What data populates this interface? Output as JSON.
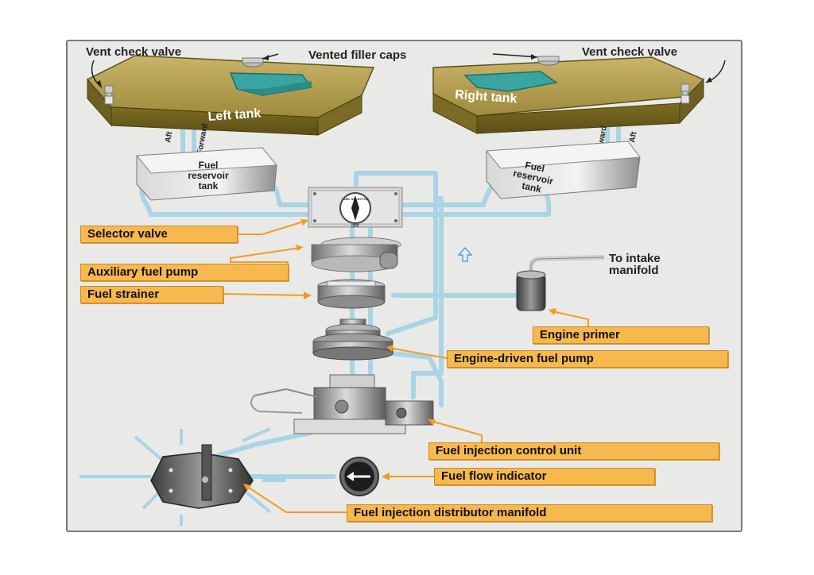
{
  "labels": {
    "vent_check_valve_left": "Vent check valve",
    "vented_filler_caps": "Vented filler caps",
    "vent_check_valve_right": "Vent check valve",
    "left_tank": "Left tank",
    "right_tank": "Right tank",
    "aft": "Aft",
    "forward": "Forward",
    "reservoir_line1": "Fuel",
    "reservoir_line2": "reservoir",
    "reservoir_line3": "tank",
    "selector_dial_text": "FUEL SELECTOR",
    "selector_off": "OFF",
    "to_intake_line1": "To intake",
    "to_intake_line2": "manifold"
  },
  "callouts": {
    "selector_valve": "Selector valve",
    "auxiliary_fuel_pump": "Auxiliary fuel pump",
    "fuel_strainer": "Fuel strainer",
    "engine_primer": "Engine primer",
    "engine_driven_fuel_pump": "Engine-driven fuel pump",
    "fuel_injection_control_unit": "Fuel injection control unit",
    "fuel_flow_indicator": "Fuel flow indicator",
    "fuel_injection_distributor_manifold": "Fuel injection distributor manifold"
  },
  "colors": {
    "frame_bg": "#e9e9e8",
    "tank": "#8a7a2e",
    "fuel": "#3aa5a0",
    "pipe": "#a9d4e6",
    "callout": "#f7b84e",
    "leader": "#f39c1f",
    "metal": "#9a9a9a"
  }
}
